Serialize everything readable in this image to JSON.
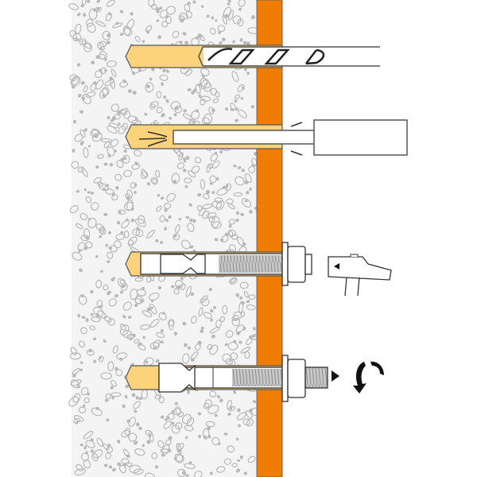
{
  "diagram": {
    "steps": [
      "drill-hole",
      "clean-hole",
      "insert-anchor",
      "tighten-nut"
    ],
    "colors": {
      "concrete": "#f4f4f4",
      "pebble": "#b8b8b8",
      "plate": "#f07d00",
      "hole": "#fcd27a",
      "outline": "#333333",
      "thread": "#a8a8a8"
    }
  }
}
